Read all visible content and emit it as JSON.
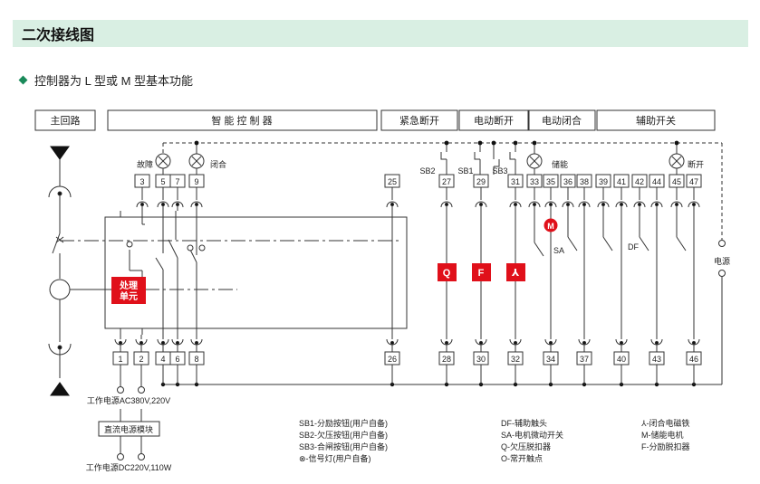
{
  "page_title": "二次接线图",
  "subtitle": "控制器为 L 型或 M 型基本功能",
  "headers": {
    "main_circuit": "主回路",
    "controller": "智 能 控 制 器",
    "emergency_off": "紧急断开",
    "electric_off": "电动断开",
    "electric_on": "电动闭合",
    "aux_switch": "辅助开关"
  },
  "lamp_labels": {
    "fault": "故障",
    "close": "闭合",
    "charge": "储能",
    "open": "断开"
  },
  "terminals_top": [
    "3",
    "5",
    "7",
    "9",
    "25",
    "27",
    "29",
    "31",
    "33",
    "35",
    "36",
    "38",
    "39",
    "41",
    "42",
    "44",
    "45",
    "47"
  ],
  "terminals_bottom": [
    "1",
    "2",
    "4",
    "6",
    "8",
    "26",
    "28",
    "30",
    "32",
    "34",
    "37",
    "40",
    "43",
    "46"
  ],
  "buttons": {
    "sb2": "SB2",
    "sb1": "SB1",
    "sb3": "SB3"
  },
  "processing_unit": [
    "处理",
    "单元"
  ],
  "coils": {
    "q": "Q",
    "f": "F",
    "x": "⅄",
    "m": "M"
  },
  "contact_labels": {
    "sa": "SA",
    "df": "DF"
  },
  "power_label": "电源",
  "supply_ac": "工作电源AC380V,220V",
  "dc_module": "直流电源模块",
  "supply_dc": "工作电源DC220V,110W",
  "legend": {
    "col1": [
      "SB1-分励按钮(用户自备)",
      "SB2-欠压按钮(用户自备)",
      "SB3-合闸按钮(用户自备)",
      "⊗-信号灯(用户自备)"
    ],
    "col2": [
      "DF-辅助触头",
      "SA-电机微动开关",
      "Q-欠压脱扣器",
      "O-常开触点"
    ],
    "col3": [
      "⅄-闭合电磁铁",
      "M-储能电机",
      "F-分励脱扣器"
    ]
  },
  "colors": {
    "accent_red": "#e0101a",
    "title_bg": "#d9efe3",
    "bullet": "#1a8a5a"
  }
}
